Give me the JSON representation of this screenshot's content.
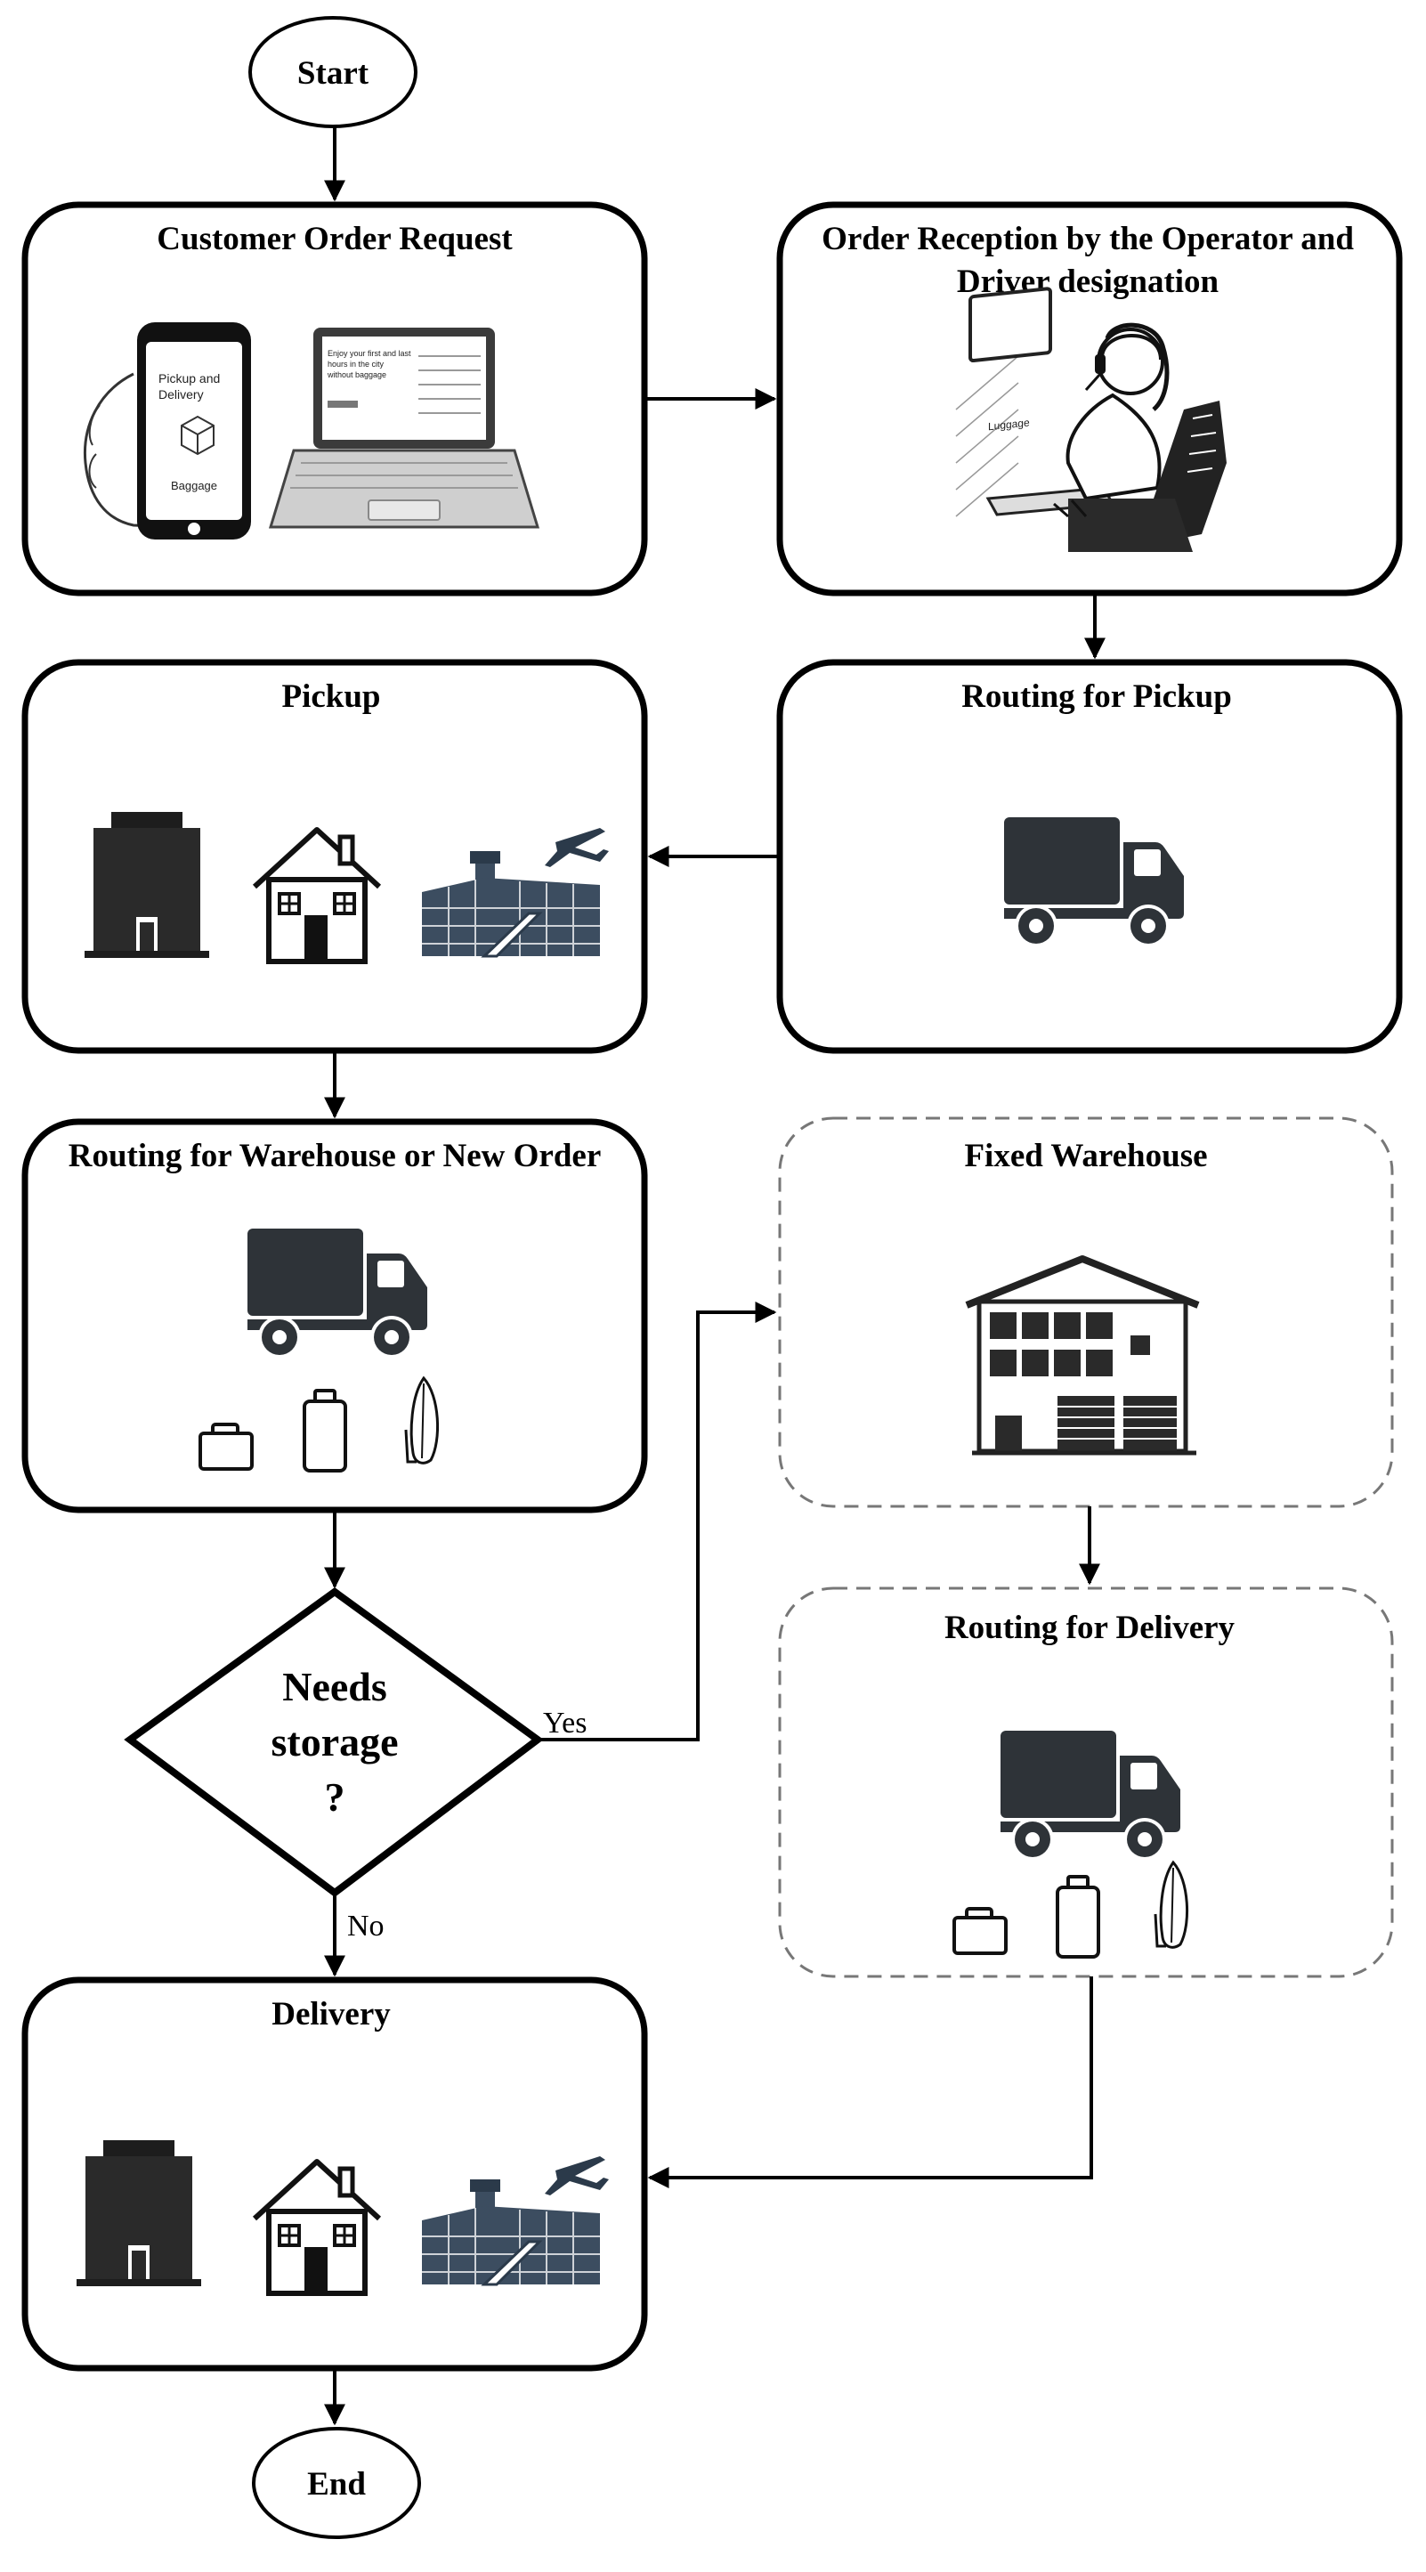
{
  "nodes": {
    "start": "Start",
    "customer_order": "Customer Order Request",
    "operator_line1": "Order Reception by the Operator and",
    "operator_line2": "Driver designation",
    "routing_pickup": "Routing for Pickup",
    "pickup": "Pickup",
    "routing_warehouse": "Routing for Warehouse or New Order",
    "fixed_warehouse": "Fixed Warehouse",
    "routing_delivery": "Routing for Delivery",
    "decision_line1": "Needs",
    "decision_line2": "storage",
    "decision_line3": "?",
    "delivery": "Delivery",
    "end": "End"
  },
  "edges": {
    "yes": "Yes",
    "no": "No"
  },
  "phone": {
    "line1": "Pickup and",
    "line2": "Delivery",
    "line3": "Baggage"
  },
  "laptop": {
    "line1": "Enjoy your first and last",
    "line2": "hours in the city",
    "line3": "without baggage"
  },
  "monitor": {
    "text": "Luggage"
  },
  "icons": [
    "smartphone-icon",
    "laptop-icon",
    "call-center-operator-icon",
    "truck-icon",
    "hotel-building-icon",
    "house-icon",
    "airport-icon",
    "briefcase-icon",
    "suitcase-icon",
    "surfboard-icon",
    "warehouse-icon"
  ],
  "colors": {
    "stroke": "#000000",
    "truck": "#2e3338",
    "dashed": "#777777",
    "background": "#ffffff"
  }
}
